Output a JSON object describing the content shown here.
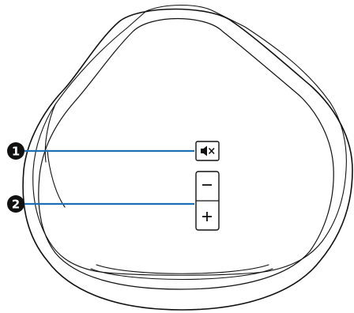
{
  "callouts": [
    {
      "number": "1",
      "target": "mute-button"
    },
    {
      "number": "2",
      "target": "volume-buttons"
    }
  ],
  "controls": {
    "mute_button": {
      "icon": "speaker-mute-icon"
    },
    "volume_down_button": {
      "icon": "minus-icon"
    },
    "volume_up_button": {
      "icon": "plus-icon"
    }
  },
  "colors": {
    "callout_line": "#1a6fb5",
    "callout_badge": "#111111",
    "outline": "#111111",
    "background": "#ffffff"
  }
}
